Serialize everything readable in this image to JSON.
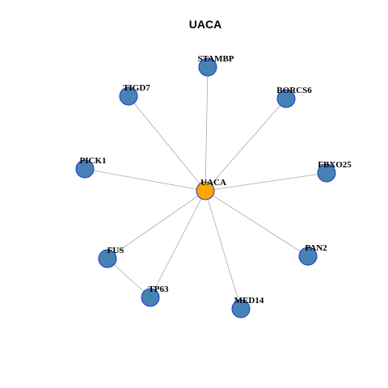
{
  "title": "UACA",
  "colors": {
    "hub_fill": "#FFA500",
    "node_fill": "#4682B4",
    "node_stroke": "#1E3AC8",
    "edge": "#aaaaaa"
  },
  "nodes": [
    {
      "id": "UACA",
      "label": "UACA",
      "hub": true
    },
    {
      "id": "STAMBP",
      "label": "STAMBP"
    },
    {
      "id": "TIGD7",
      "label": "TIGD7"
    },
    {
      "id": "BORCS6",
      "label": "BORCS6"
    },
    {
      "id": "PICK1",
      "label": "PICK1"
    },
    {
      "id": "FBXO25",
      "label": "FBXO25"
    },
    {
      "id": "FUS",
      "label": "FUS"
    },
    {
      "id": "PAN2",
      "label": "PAN2"
    },
    {
      "id": "TP63",
      "label": "TP63"
    },
    {
      "id": "MED14",
      "label": "MED14"
    }
  ],
  "edges": [
    [
      "UACA",
      "STAMBP"
    ],
    [
      "UACA",
      "TIGD7"
    ],
    [
      "UACA",
      "BORCS6"
    ],
    [
      "UACA",
      "PICK1"
    ],
    [
      "UACA",
      "FBXO25"
    ],
    [
      "UACA",
      "FUS"
    ],
    [
      "UACA",
      "PAN2"
    ],
    [
      "UACA",
      "TP63"
    ],
    [
      "UACA",
      "MED14"
    ],
    [
      "FUS",
      "TP63"
    ]
  ]
}
